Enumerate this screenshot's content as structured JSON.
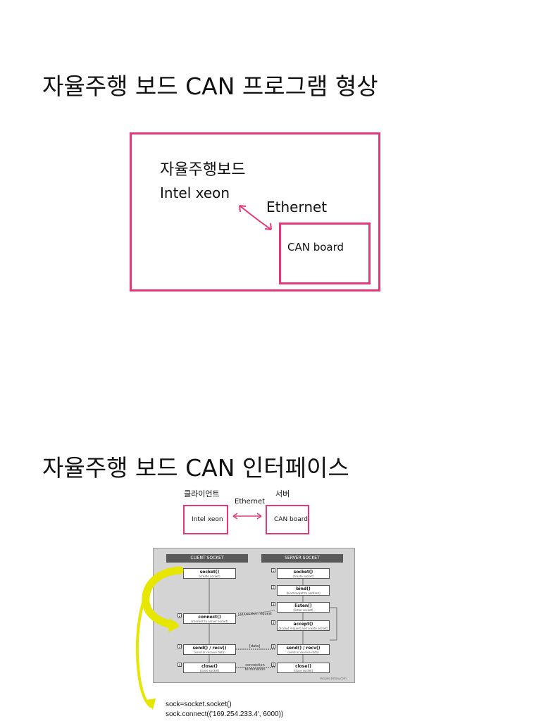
{
  "section1": {
    "title": "자율주행 보드 CAN 프로그램 형상",
    "board_label": "자율주행보드",
    "cpu_label": "Intel xeon",
    "link_label": "Ethernet",
    "can_label": "CAN board"
  },
  "section2": {
    "title": "자율주행 보드 CAN 인터페이스",
    "client_label": "클라이언트",
    "server_label": "서버",
    "link_label": "Ethernet",
    "client_box": "Intel xeon",
    "server_box": "CAN board"
  },
  "socket_diagram": {
    "client_header": "CLIENT SOCKET",
    "server_header": "SERVER SOCKET",
    "client_steps": [
      {
        "num": "1",
        "fn": "socket()",
        "desc": "(create socket)"
      },
      {
        "num": "2",
        "fn": "connect()",
        "desc": "(connect to server socket)"
      },
      {
        "num": "3",
        "fn": "send() / recv()",
        "desc": "(send or receive data)"
      },
      {
        "num": "4",
        "fn": "close()",
        "desc": "(close socket)"
      }
    ],
    "server_steps": [
      {
        "num": "1",
        "fn": "socket()",
        "desc": "(create socket)"
      },
      {
        "num": "2",
        "fn": "bind()",
        "desc": "(bind socket to address)"
      },
      {
        "num": "3",
        "fn": "listen()",
        "desc": "(listen socket)"
      },
      {
        "num": "4",
        "fn": "accept()",
        "desc": "(accept request and create socket)"
      },
      {
        "num": "5",
        "fn": "send() / recv()",
        "desc": "(send or receive data)"
      },
      {
        "num": "6",
        "fn": "close()",
        "desc": "(close socket)"
      }
    ],
    "notes": {
      "connection_request": "connection request",
      "data": "[data]",
      "termination": "connection termination",
      "source": "recipes.tistory.com"
    }
  },
  "code": {
    "line1": "sock=socket.socket()",
    "line2": "sock.connect(('169.254.233.4', 6000))"
  },
  "colors": {
    "pink": "#e4387a",
    "yellow_arrow": "#e6e600",
    "panel_bg": "#d4d4d4"
  }
}
